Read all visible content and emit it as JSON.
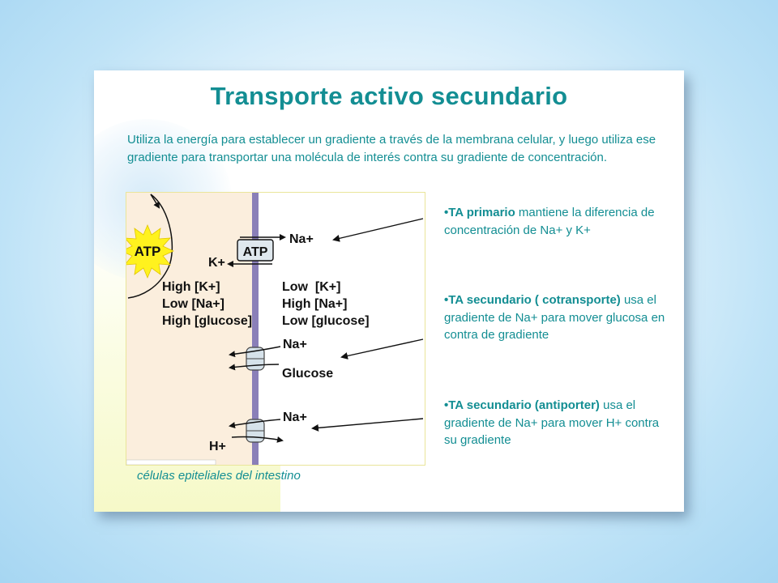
{
  "slide": {
    "title": "Transporte activo secundario",
    "intro": "Utiliza la energía para establecer un gradiente a través de la membrana celular, y luego utiliza ese gradiente para transportar una molécula de interés contra su gradiente de concentración.",
    "caption": "células epiteliales del intestino"
  },
  "diagram": {
    "atp_burst": "ATP",
    "atp_pump": "ATP",
    "na_top": "Na+",
    "k_plus": "K+",
    "left_gradients": [
      "High [K+]",
      "Low [Na+]",
      "High [glucose]"
    ],
    "right_gradients": [
      "Low  [K+]",
      "High [Na+]",
      "Low [glucose]"
    ],
    "na_mid": "Na+",
    "glucose": "Glucose",
    "na_bottom": "Na+",
    "h_plus": "H+"
  },
  "bullets": [
    {
      "bold": "•TA primario",
      "text": " mantiene la diferencia de concentración de Na+ y K+"
    },
    {
      "bold": "•TA secundario ( cotransporte)",
      "text": " usa el gradiente de Na+ para mover glucosa en contra de gradiente"
    },
    {
      "bold": "•TA secundario (antiporter)",
      "text": " usa el gradiente de Na+ para mover H+ contra su gradiente"
    }
  ],
  "colors": {
    "title_teal": "#138e93",
    "cell_interior": "#fbeedd",
    "membrane": "#8a7fb8",
    "atp_burst": "#fff21e"
  }
}
